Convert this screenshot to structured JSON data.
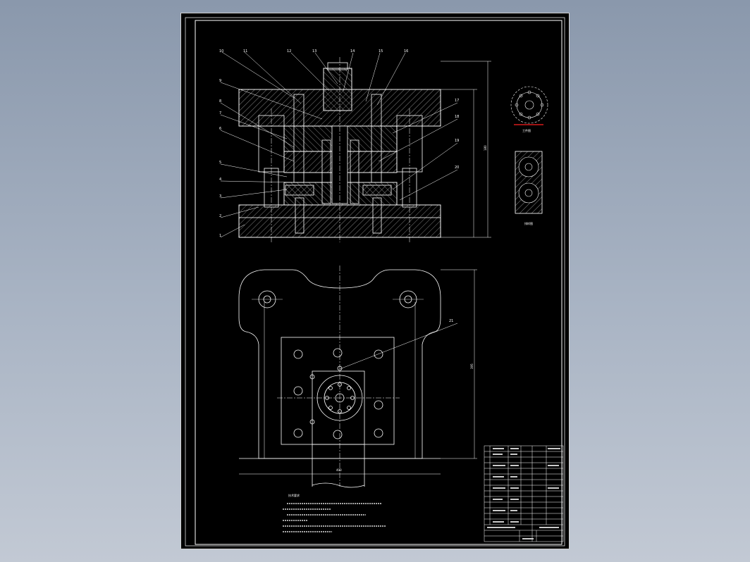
{
  "drawing": {
    "part_numbers_left": [
      "10",
      "11",
      "12",
      "13",
      "14",
      "15",
      "16",
      "9",
      "8",
      "7",
      "6",
      "5",
      "4",
      "3",
      "2",
      "1"
    ],
    "part_numbers_right": [
      "17",
      "18",
      "19",
      "20"
    ],
    "plan_part_number": "21",
    "dimensions": {
      "section_height": "180",
      "plan_height": "395",
      "plan_width": "400"
    },
    "detail_labels": {
      "top_detail": "工件图",
      "side_detail": "排样图"
    },
    "notes_title": "技术要求"
  },
  "colors": {
    "background": "#8a98ac",
    "sheet": "#000000",
    "line": "#ffffff",
    "accent": "#ff2020"
  }
}
